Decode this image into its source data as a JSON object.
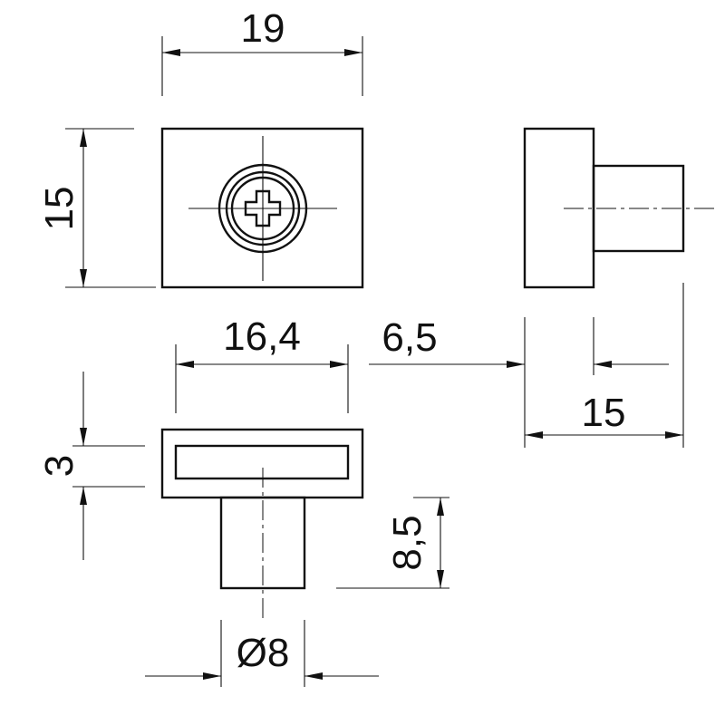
{
  "dimensions": {
    "top_width": "19",
    "top_height": "15",
    "slot_length": "16,4",
    "side_offset": "6,5",
    "side_depth": "15",
    "slot_height": "3",
    "pin_length": "8,5",
    "pin_diameter": "Ø8"
  }
}
